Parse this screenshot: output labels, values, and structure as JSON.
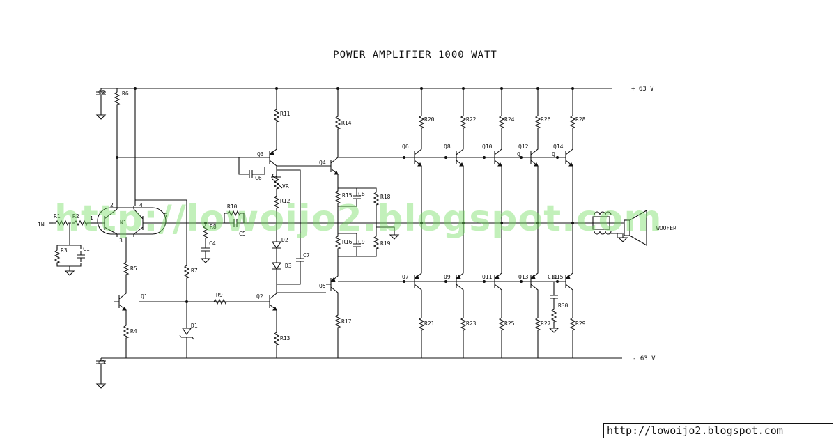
{
  "title": "POWER AMPLIFIER 1000 WATT",
  "rails": {
    "positive": "+ 63 V",
    "negative": "- 63 V"
  },
  "input_label": "IN",
  "output_label": "WOOFER",
  "watermark": "http://lowoijo2.blogspot.com",
  "footer_url": "http://lowoijo2.blogspot.com",
  "components": {
    "R1": "R1",
    "R2": "R2",
    "R3": "R3",
    "R4": "R4",
    "R5": "R5",
    "R6": "R6",
    "R7": "R7",
    "R8": "R8",
    "R9": "R9",
    "R10": "R10",
    "R11": "R11",
    "R12": "R12",
    "R13": "R13",
    "R14": "R14",
    "R15": "R15",
    "R16": "R16",
    "R17": "R17",
    "R18": "R18",
    "R19": "R19",
    "R20": "R20",
    "R21": "R21",
    "R22": "R22",
    "R23": "R23",
    "R24": "R24",
    "R25": "R25",
    "R26": "R26",
    "R27": "R27",
    "R28": "R28",
    "R29": "R29",
    "R30": "R30",
    "C1": "C1",
    "C2": "C2",
    "C3": "C3",
    "C4": "C4",
    "C5": "C5",
    "C6": "C6",
    "C7": "C7",
    "C8": "C8",
    "C9": "C9",
    "C10": "C10",
    "Q1": "Q1",
    "Q2": "Q2",
    "Q3": "Q3",
    "Q4": "Q4",
    "Q5": "Q5",
    "Q6": "Q6",
    "Q7": "Q7",
    "Q8": "Q8",
    "Q9": "Q9",
    "Q10": "Q10",
    "Q11": "Q11",
    "Q12": "Q12",
    "Q13": "Q13",
    "Q14": "Q14",
    "Q15": "Q15",
    "D1": "D1",
    "D2": "D2",
    "D3": "D3",
    "VR": "VR",
    "N1": "N1",
    "Q_a": "Q",
    "Q_b": "Q"
  },
  "pins": {
    "p1": "1",
    "p2": "2",
    "p3": "3",
    "p4": "4",
    "p5": "5"
  }
}
